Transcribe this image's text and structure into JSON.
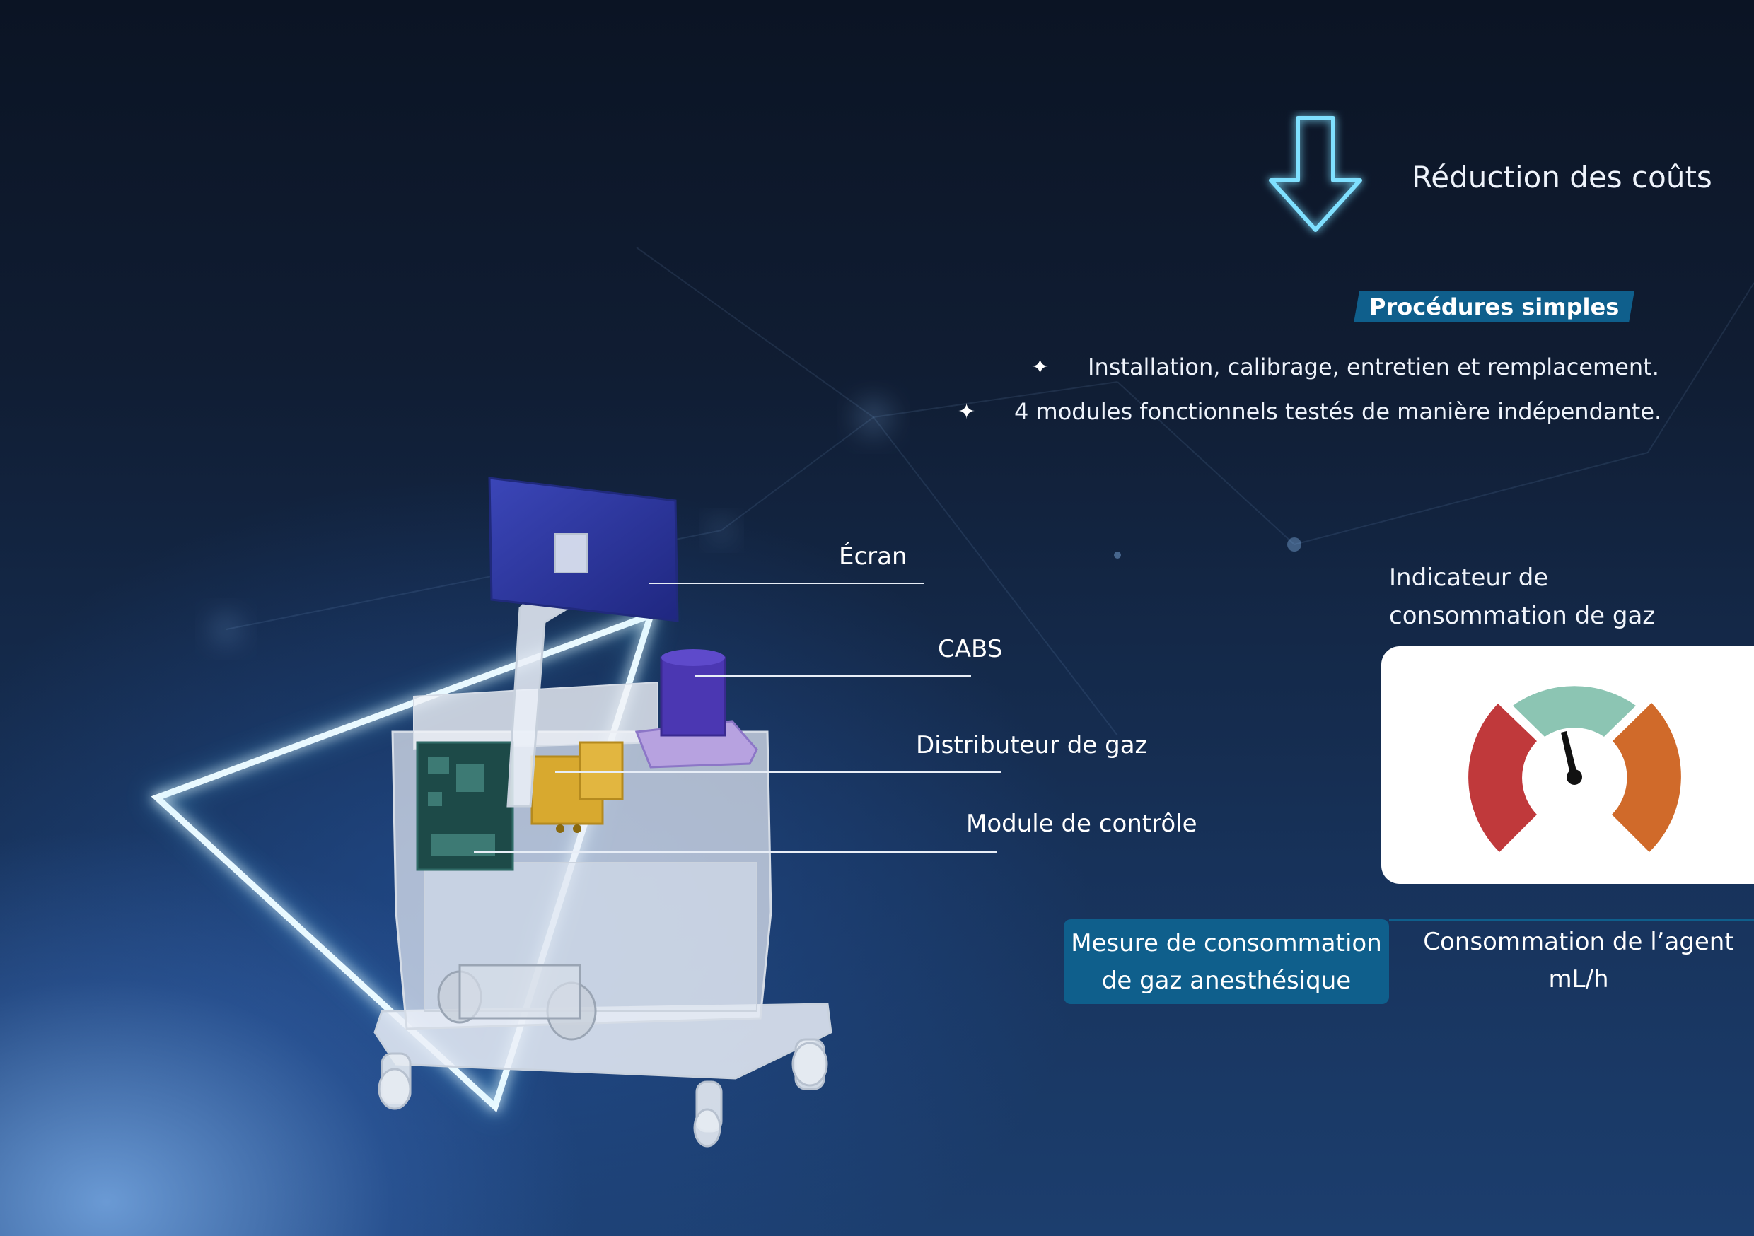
{
  "header": {
    "title": "Réduction des coûts",
    "icon": "down-arrow-icon"
  },
  "procedures": {
    "badge": "Procédures simples",
    "bullets": [
      "Installation, calibrage, entretien et remplacement.",
      "4 modules fonctionnels testés de manière indépendante."
    ]
  },
  "machine": {
    "labels": {
      "screen": "Écran",
      "cabs": "CABS",
      "distributor": "Distributeur de gaz",
      "control": "Module de contrôle"
    }
  },
  "gauge": {
    "title_line1": "Indicateur de",
    "title_line2": "consommation de gaz",
    "colors": {
      "red": "#c0393b",
      "green": "#8cc5b3",
      "orange": "#d06a2a"
    }
  },
  "measurement": {
    "label_line1": "Mesure de consommation",
    "label_line2": "de gaz anesthésique",
    "value_line1": "Consommation de l’agent",
    "value_line2": "mL/h"
  },
  "colors": {
    "accent": "#0f5f8c",
    "glow": "#5fd4ff"
  }
}
